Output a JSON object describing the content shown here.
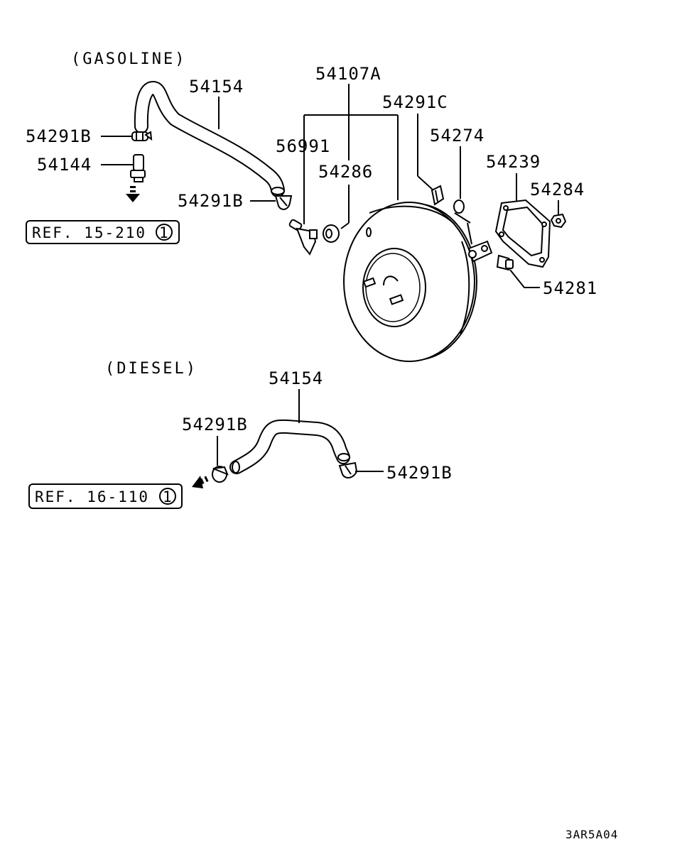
{
  "sections": {
    "gasoline": "(GASOLINE)",
    "diesel": "(DIESEL)"
  },
  "labels": {
    "booster": "54107A",
    "hose_gas": "54154",
    "clip_gas_top": "54291B",
    "fitting": "54144",
    "clip_gas_mid": "54291B",
    "check_valve": "56991",
    "grommet": "54286",
    "clevis_clip": "54291C",
    "washer": "54274",
    "gasket": "54239",
    "nut": "54284",
    "stud": "54281",
    "hose_diesel": "54154",
    "clip_diesel_left": "54291B",
    "clip_diesel_right": "54291B"
  },
  "refs": {
    "gasoline_ref": "REF. 15-210",
    "gasoline_ref_circle": "1",
    "diesel_ref": "REF. 16-110",
    "diesel_ref_circle": "1"
  },
  "diagram_code": "3AR5A04"
}
